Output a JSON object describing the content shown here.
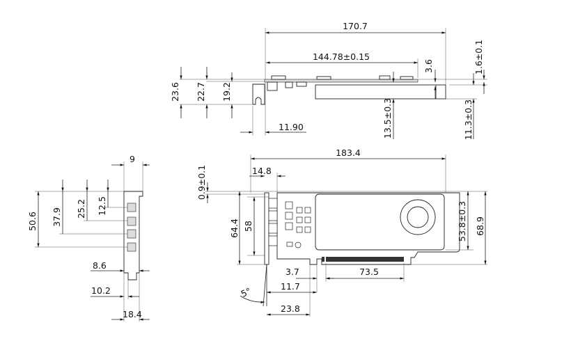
{
  "title": "Graphics card mechanical dimension drawing",
  "top_view": {
    "overall_length": "170.7",
    "pcb_length": "144.78±0.15",
    "heatsink_gap": "3.6",
    "pcb_thickness": "1.6±0.1",
    "height_a": "23.6",
    "height_b": "22.7",
    "height_c": "19.2",
    "heatsink_height": "13.5±0.3",
    "heatsink_body": "11.3±0.3",
    "bracket_offset": "11.90"
  },
  "bracket_view": {
    "width": "9",
    "port_span_1": "50.6",
    "port_span_2": "37.9",
    "port_span_3": "25.2",
    "port_span_4": "12.5",
    "bottom_1": "8.6",
    "bottom_2": "10.2",
    "bottom_3": "18.4"
  },
  "front_view": {
    "overall_length": "183.4",
    "bracket_to_pcb": "14.8",
    "top_offset": "0.9±0.1",
    "bracket_height": "64.4",
    "port_height": "58",
    "heatsink_height": "53.8±0.3",
    "card_height": "68.9",
    "key_offset": "3.7",
    "connector_length": "73.5",
    "connector_offset": "11.7",
    "connector_start": "23.8",
    "angle": "5°"
  }
}
